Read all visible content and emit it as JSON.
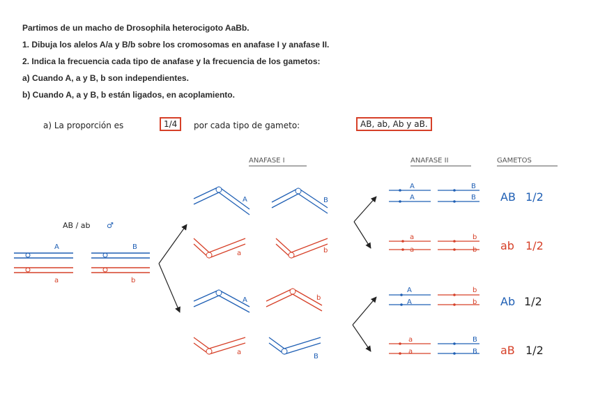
{
  "questions": [
    "Partimos de un macho de Drosophila heterocigoto AaBb.",
    "1. Dibuja los alelos A/a y B/b sobre los cromosomas en anafase I y anafase II.",
    "2. Indica la frecuencia cada tipo de anafase y la frecuencia de los gametos:",
    "a) Cuando A, a y B, b son independientes.",
    "b) Cuando A, a y B, b están ligados, en acoplamiento."
  ],
  "answer": {
    "prefix": "a) La proporción es",
    "fraction": "1/4",
    "middle": "por cada tipo de gameto:",
    "gametes_list": "AB, ab, Ab y aB."
  },
  "headers": {
    "anafase1": "ANAFASE I",
    "anafase2": "ANAFASE II",
    "gametos": "GAMETOS"
  },
  "parent": {
    "genotype": "AB / ab",
    "sex_symbol": "♂"
  },
  "parent_alleles": {
    "A": "A",
    "a": "a",
    "B": "B",
    "b": "b"
  },
  "anafase1_labels": [
    "A",
    "B",
    "a",
    "b",
    "A",
    "b",
    "a",
    "B"
  ],
  "anafase2_labels": [
    "A",
    "A",
    "B",
    "B",
    "a",
    "a",
    "b",
    "b",
    "A",
    "A",
    "b",
    "b",
    "a",
    "a",
    "B",
    "B"
  ],
  "gametes": [
    {
      "allele1": "AB",
      "freq": "1/2",
      "color": "#1f5fb4"
    },
    {
      "allele1": "ab",
      "freq": "1/2",
      "color": "#d64028"
    },
    {
      "allele1": "Ab",
      "freq": "1/2",
      "color": "#1f5fb4"
    },
    {
      "allele1": "aB",
      "freq": "1/2",
      "color": "#d64028"
    }
  ],
  "colors": {
    "blue": "#1f5fb4",
    "red": "#d64028",
    "text": "#2b2b2b"
  }
}
